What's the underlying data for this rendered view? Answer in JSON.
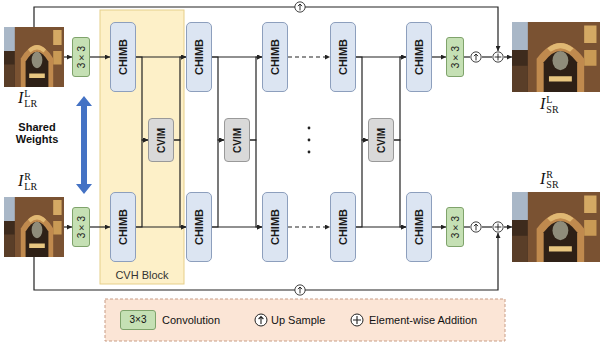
{
  "diagram": {
    "nodes": [
      {
        "text": [
          "3×3"
        ]
      },
      {
        "text": [
          "3×3"
        ]
      },
      {
        "text": [
          "CVH Block"
        ]
      },
      {
        "text": [
          "CHIMB"
        ],
        "in": 2
      },
      {
        "text": [
          "CVIM"
        ],
        "in": 2
      },
      {
        "text": [
          "CHIMB"
        ],
        "in": 2
      },
      {
        "text": [
          "CHIMB"
        ]
      },
      {
        "text": [
          "CHIMB"
        ]
      },
      {
        "text": [
          "CVIM"
        ]
      },
      {
        "text": [
          "CHIMB"
        ]
      },
      {
        "text": [
          "CHIMB"
        ]
      },
      {
        "text": [
          "CHIMB"
        ]
      },
      {
        "text": [
          "CHIMB"
        ]
      },
      {
        "text": [
          "CVIM"
        ]
      },
      {
        "text": [
          "CHIMB"
        ]
      },
      {
        "text": [
          "CHIMB"
        ]
      },
      {
        "text": [
          "3×3"
        ]
      },
      {
        "text": [
          "3×3"
        ]
      }
    ],
    "edges": [
      {
        "from": 0,
        "to": 3,
        "arrow": "to"
      },
      {
        "from": 1,
        "to": 5,
        "arrow": "to"
      },
      {
        "from": 3,
        "to": 4,
        "arrow": "to"
      },
      {
        "from": 5,
        "to": 4,
        "arrow": "to"
      },
      {
        "from": 3,
        "to": 6,
        "arrow": "to"
      },
      {
        "from": 5,
        "to": 7,
        "arrow": "to"
      },
      {
        "from": 4,
        "to": 6,
        "arrow": "to"
      },
      {
        "from": 4,
        "to": 7,
        "arrow": "to"
      },
      {
        "from": 6,
        "to": 8,
        "arrow": "to"
      },
      {
        "from": 7,
        "to": 8,
        "arrow": "to"
      },
      {
        "from": 6,
        "to": 9,
        "arrow": "to"
      },
      {
        "from": 7,
        "to": 10,
        "arrow": "to"
      },
      {
        "from": 8,
        "to": 9,
        "arrow": "to"
      },
      {
        "from": 8,
        "to": 10,
        "arrow": "to"
      },
      {
        "from": 9,
        "to": 11,
        "arrow": "to"
      },
      {
        "from": 10,
        "to": 12,
        "arrow": "to"
      },
      {
        "from": 11,
        "to": 13,
        "arrow": "to"
      },
      {
        "from": 12,
        "to": 13,
        "arrow": "to"
      },
      {
        "from": 11,
        "to": 14,
        "arrow": "to"
      },
      {
        "from": 12,
        "to": 15,
        "arrow": "to"
      },
      {
        "from": 13,
        "to": 14,
        "arrow": "to"
      },
      {
        "from": 13,
        "to": 15,
        "arrow": "to"
      },
      {
        "from": 14,
        "to": 16,
        "arrow": "to"
      },
      {
        "from": 15,
        "to": 17,
        "arrow": "to"
      }
    ],
    "labels": [
      "ILLR",
      "Shared Weights",
      "IRLR",
      "ILSR",
      "IRSR",
      "3×3"
    ],
    "legend": [
      {
        "text": "Convolution",
        "color": "#c5e0b4"
      },
      {
        "text": "Up Sample"
      },
      {
        "text": "Element-wise Addition"
      }
    ]
  }
}
